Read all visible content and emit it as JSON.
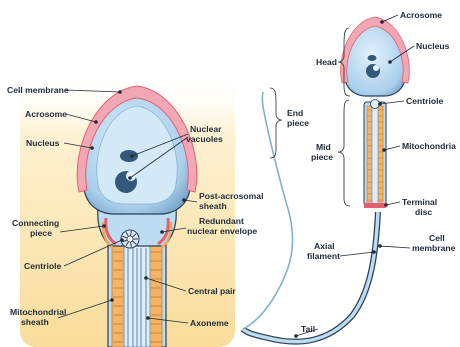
{
  "labels_left": {
    "cell_membrane": "Cell membrane",
    "acrosome": "Acrosome",
    "nucleus": "Nucleus",
    "nuclear_vacuoles_1": "Nuclear",
    "nuclear_vacuoles_2": "vacuoles",
    "post_acrosomal_1": "Post-acrosomal",
    "post_acrosomal_2": "sheath",
    "connecting_1": "Connecting",
    "connecting_2": "piece",
    "redundant_1": "Redundant",
    "redundant_2": "nuclear envelope",
    "centriole": "Centriole",
    "central_pair": "Central pair",
    "mito_sheath_1": "Mitochondrial",
    "mito_sheath_2": "sheath",
    "axoneme": "Axoneme"
  },
  "labels_right": {
    "acrosome": "Acrosome",
    "head": "Head",
    "nucleus": "Nucleus",
    "end_piece_1": "End",
    "end_piece_2": "piece",
    "centriole": "Centriole",
    "mid_piece_1": "Mid",
    "mid_piece_2": "piece",
    "mitochondria": "Mitochondria",
    "terminal_disc_1": "Terminal",
    "terminal_disc_2": "disc",
    "axial_filament_1": "Axial",
    "axial_filament_2": "filament",
    "cell_membrane_1": "Cell",
    "cell_membrane_2": "membrane",
    "tail": "Tail"
  },
  "colors": {
    "panel_bg": "#fbe7b5",
    "head_blue": "#bcdcf2",
    "head_dark": "#5f86a8",
    "acrosome_pink": "#f2a7b4",
    "acrosome_red": "#e5606f",
    "mito_orange": "#f1a855",
    "axoneme_blue": "#7fb0d6",
    "nucleus_dark": "#34587a"
  }
}
